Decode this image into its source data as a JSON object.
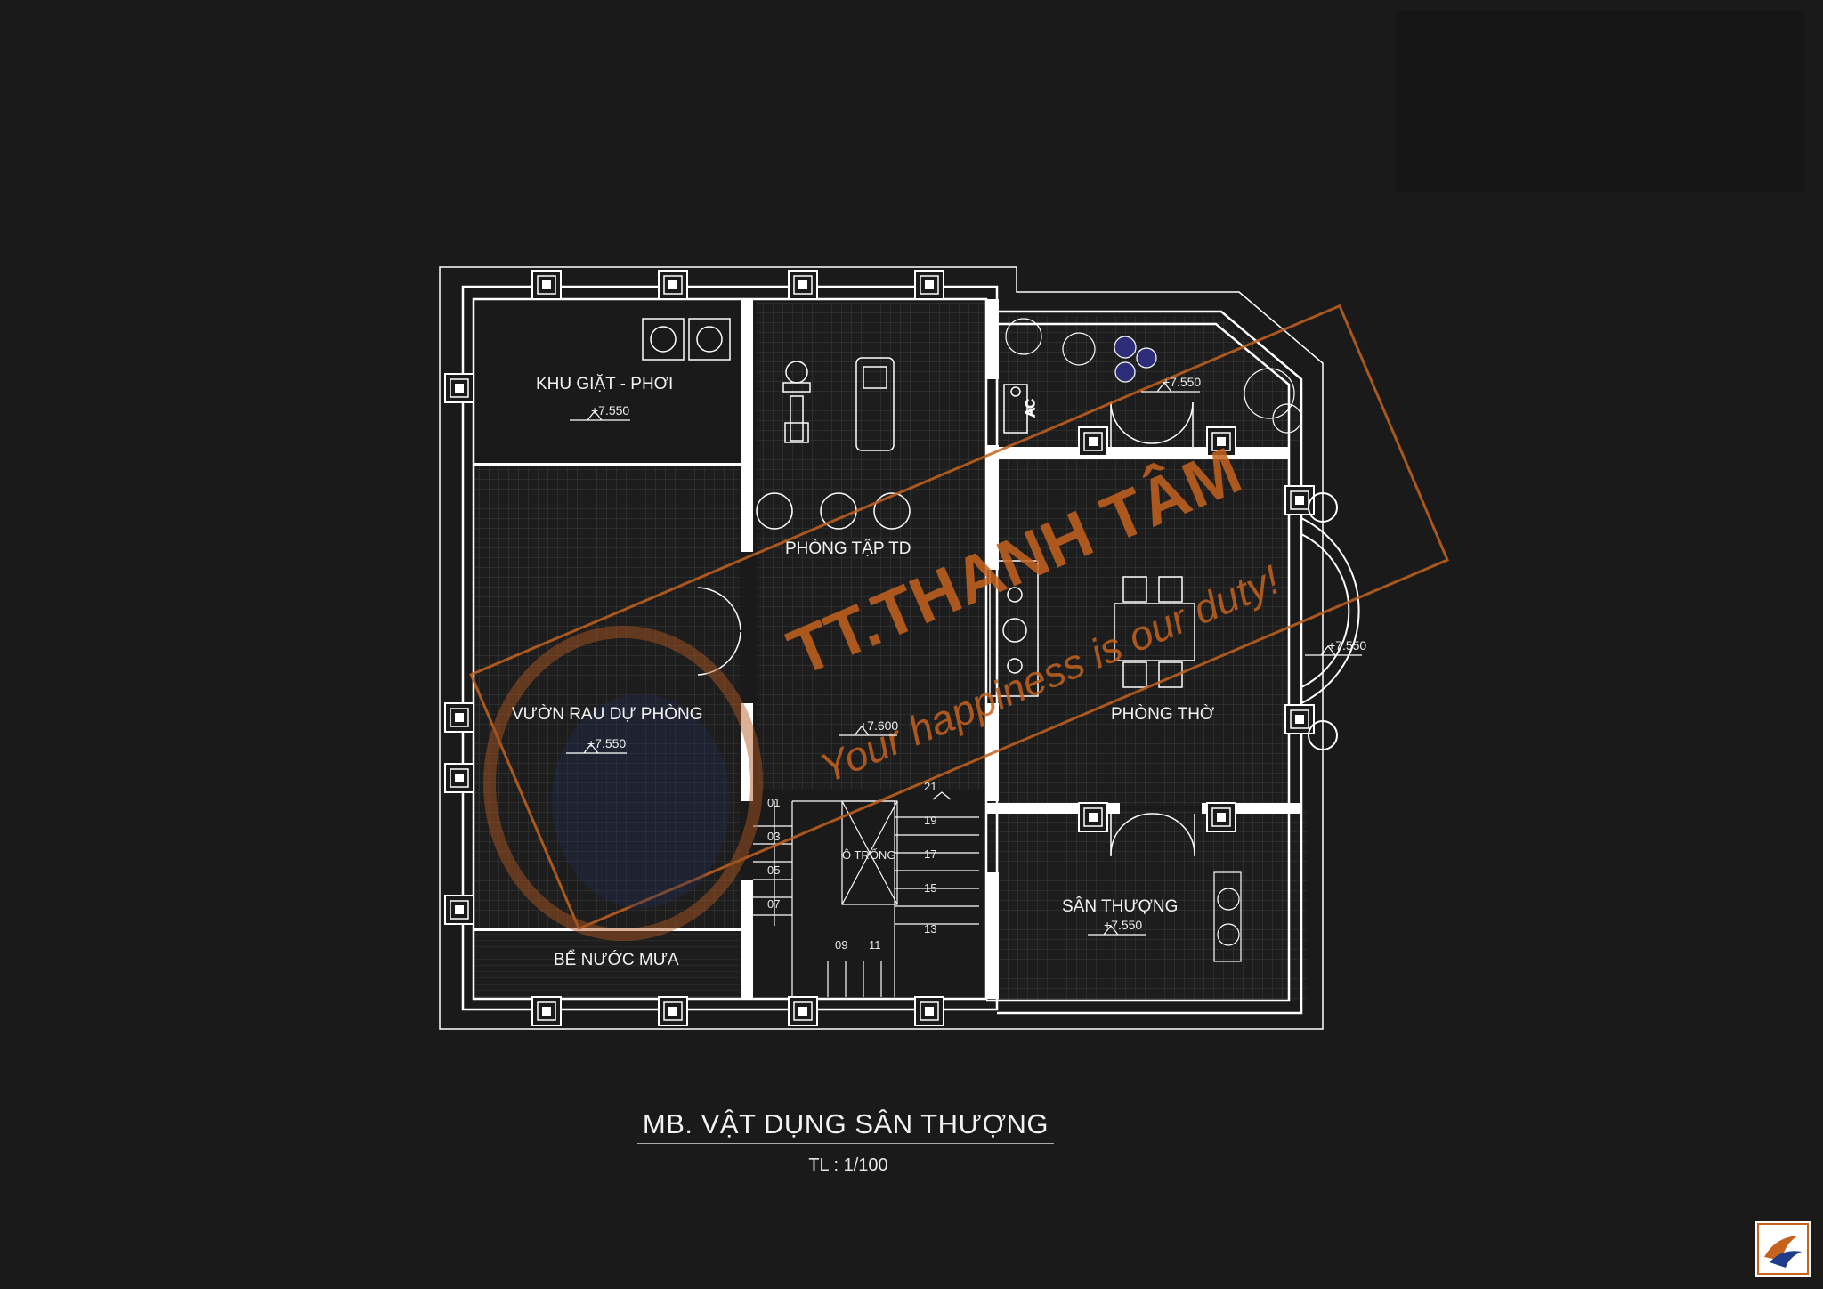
{
  "rooms": {
    "laundry": "KHU GIẶT - PHƠI",
    "gym": "PHÒNG TẬP TD",
    "garden": "VƯỜN RAU DỰ PHÒNG",
    "rain_tank": "BỂ NƯỚC MƯA",
    "altar": "PHÒNG THỜ",
    "terrace": "SÂN THƯỢNG",
    "void": "Ô TRỐNG"
  },
  "levels": {
    "laundry": "+7.550",
    "garden": "+7.550",
    "gym": "+7.600",
    "top_right": "+7.550",
    "bay": "+7.550",
    "terrace": "+7.550"
  },
  "stair_numbers": [
    "01",
    "03",
    "05",
    "07",
    "09",
    "11",
    "13",
    "15",
    "17",
    "19",
    "21"
  ],
  "ac_label": "AC",
  "watermark": {
    "brand": "TT.THANH TÂM",
    "slogan": "Your happiness is our duty!"
  },
  "title": "MB. VẬT DỤNG SÂN THƯỢNG",
  "scale": "TL : 1/100",
  "colors": {
    "background": "#1a1a1a",
    "lines": "#ffffff",
    "watermark": "#c4621e"
  }
}
